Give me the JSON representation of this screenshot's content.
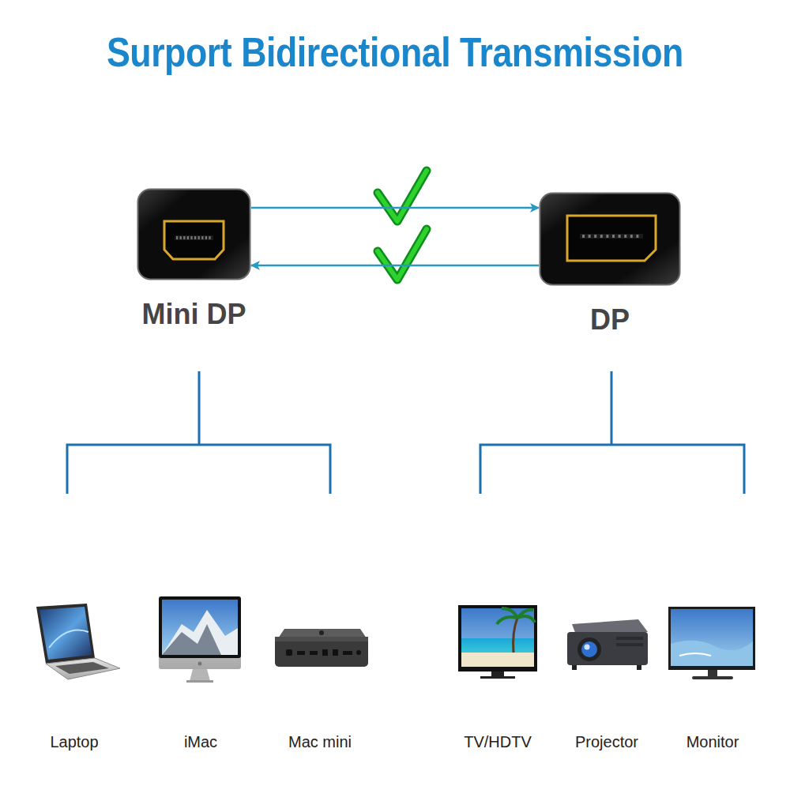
{
  "diagram": {
    "title": "Surport Bidirectional Transmission",
    "nodes": [
      {
        "text": [
          "Mini DP"
        ]
      },
      {
        "text": [
          "DP"
        ]
      }
    ],
    "edges": [
      {
        "from": 0,
        "to": 1,
        "arrow": "to"
      },
      {
        "from": 1,
        "to": 0,
        "arrow": "to"
      }
    ],
    "labels": [
      "Laptop",
      "iMac",
      "Mac mini",
      "TV/HDTV",
      "Projector",
      "Monitor"
    ]
  }
}
